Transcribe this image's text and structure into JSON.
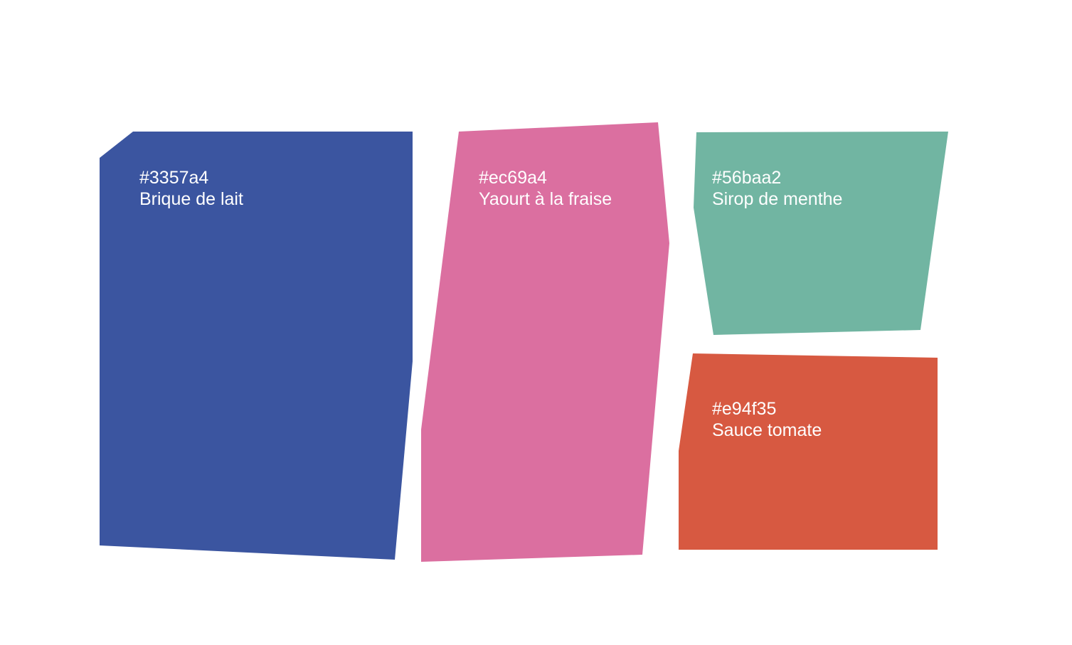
{
  "swatches": [
    {
      "hex": "#3357a4",
      "name": "Brique de lait",
      "color": "#3b55a0"
    },
    {
      "hex": "#ec69a4",
      "name": "Yaourt à la fraise",
      "color": "#db6fa0"
    },
    {
      "hex": "#56baa2",
      "name": "Sirop de menthe",
      "color": "#71b5a2"
    },
    {
      "hex": "#e94f35",
      "name": "Sauce tomate",
      "color": "#d75941"
    }
  ]
}
